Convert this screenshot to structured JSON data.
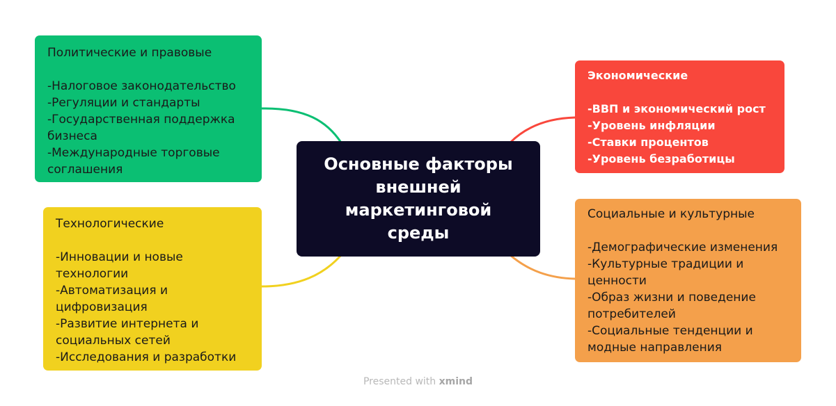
{
  "center": {
    "title": "Основные факторы внешней маркетинговой среды"
  },
  "branches": {
    "political": {
      "title": "Политические и правовые",
      "items": [
        "-Налоговое законодательство",
        "-Регуляции и стандарты",
        "-Государственная поддержка бизнеса",
        "-Международные торговые соглашения"
      ],
      "color": "#0bbf73"
    },
    "economic": {
      "title": "Экономические",
      "items": [
        "-ВВП и экономический рост",
        "-Уровень инфляции",
        "-Ставки процентов",
        "-Уровень безработицы"
      ],
      "color": "#f9473c"
    },
    "technological": {
      "title": "Технологические",
      "items": [
        "-Инновации и новые технологии",
        "-Автоматизация и цифровизация",
        "-Развитие интернета и социальных сетей",
        "-Исследования и разработки"
      ],
      "color": "#f1d11f"
    },
    "social": {
      "title": "Социальные и культурные",
      "items": [
        "-Демографические изменения",
        "-Культурные традиции и ценности",
        "-Образ жизни и поведение потребителей",
        "-Социальные тенденции и модные направления"
      ],
      "color": "#f4a04b"
    }
  },
  "footer": {
    "prefix": "Presented with ",
    "brand": "xmind"
  },
  "colors": {
    "center_bg": "#0d0b26",
    "background": "#ffffff"
  }
}
